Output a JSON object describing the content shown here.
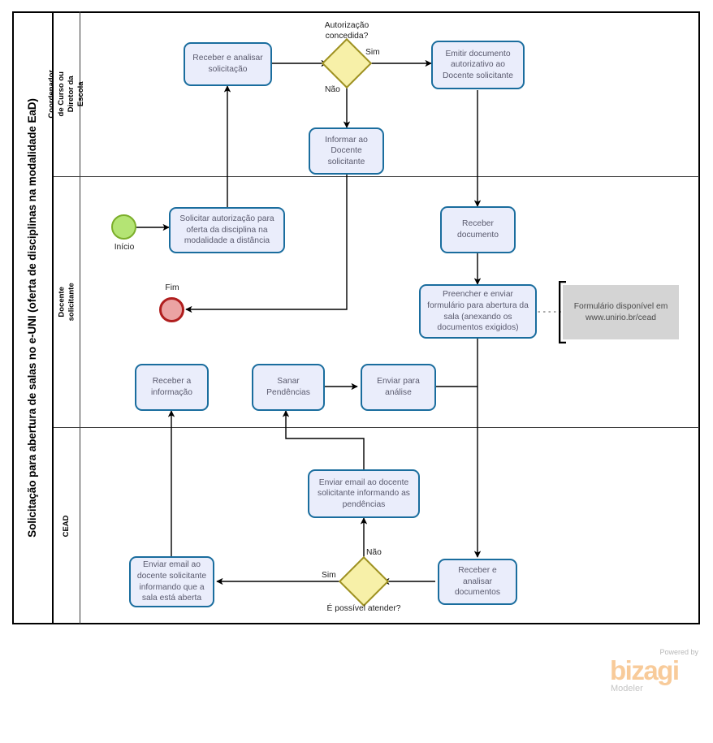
{
  "pool": {
    "title": "Solicitação para abertura de salas no e-UNI (oferta de disciplinas na modalidade EaD)"
  },
  "lanes": [
    {
      "id": "coordenador",
      "label": "Coordenador de Curso ou Diretor da Escola"
    },
    {
      "id": "docente",
      "label": "Docente  solicitante"
    },
    {
      "id": "cead",
      "label": "CEAD"
    }
  ],
  "tasks": [
    {
      "id": "receber-analisar-solicitacao",
      "label": "Receber  e analisar solicitação"
    },
    {
      "id": "emitir-documento-autorizativo",
      "label": "Emitir documento autorizativo ao Docente solicitante"
    },
    {
      "id": "informar-docente-solicitante",
      "label": "Informar ao Docente solicitante"
    },
    {
      "id": "solicitar-autorizacao",
      "label": "Solicitar autorização para oferta da disciplina na modalidade a distância"
    },
    {
      "id": "receber-documento",
      "label": "Receber documento"
    },
    {
      "id": "preencher-enviar-formulario",
      "label": "Preencher e enviar formulário para abertura da sala (anexando os documentos exigidos)"
    },
    {
      "id": "receber-informacao",
      "label": "Receber a informação"
    },
    {
      "id": "sanar-pendencias",
      "label": "Sanar Pendências"
    },
    {
      "id": "enviar-para-analise",
      "label": "Enviar para análise"
    },
    {
      "id": "enviar-email-pendencias",
      "label": "Enviar email ao docente solicitante informando as pendências"
    },
    {
      "id": "enviar-email-sala-aberta",
      "label": "Enviar email ao docente solicitante informando que a sala está aberta"
    },
    {
      "id": "receber-analisar-documentos",
      "label": "Receber e analisar documentos"
    }
  ],
  "gateways": [
    {
      "id": "autorizacao-concedida",
      "label": "Autorização concedida?",
      "label_line1": "Autorização",
      "label_line2": "concedida?"
    },
    {
      "id": "e-possivel-atender",
      "label": "É possível atender?"
    }
  ],
  "events": [
    {
      "id": "start-inicio",
      "label": "Início",
      "type": "start"
    },
    {
      "id": "end-fim",
      "label": "Fim",
      "type": "end"
    }
  ],
  "flow_labels": {
    "sim_top": "Sim",
    "nao_top": "Não",
    "sim_bottom": "Sim",
    "nao_bottom": "Não"
  },
  "annotation": {
    "id": "formulario-annotation",
    "line1": "Formulário disponível em",
    "line2": "www.unirio.br/cead"
  },
  "branding": {
    "powered_by": "Powered by",
    "wordmark": "bizagi",
    "product": "Modeler"
  },
  "colors": {
    "task_fill": "#eaedfb",
    "task_stroke": "#1a6d9e",
    "gateway_fill": "#f7f0a8",
    "gateway_stroke": "#9e9122",
    "start_fill": "#b4e474",
    "start_stroke": "#7bae2a",
    "end_fill": "#eba3a3",
    "end_stroke": "#b01e1e",
    "annotation_fill": "#d4d4d4",
    "connector": "#000000",
    "brand_orange": "#f8cb9a"
  }
}
